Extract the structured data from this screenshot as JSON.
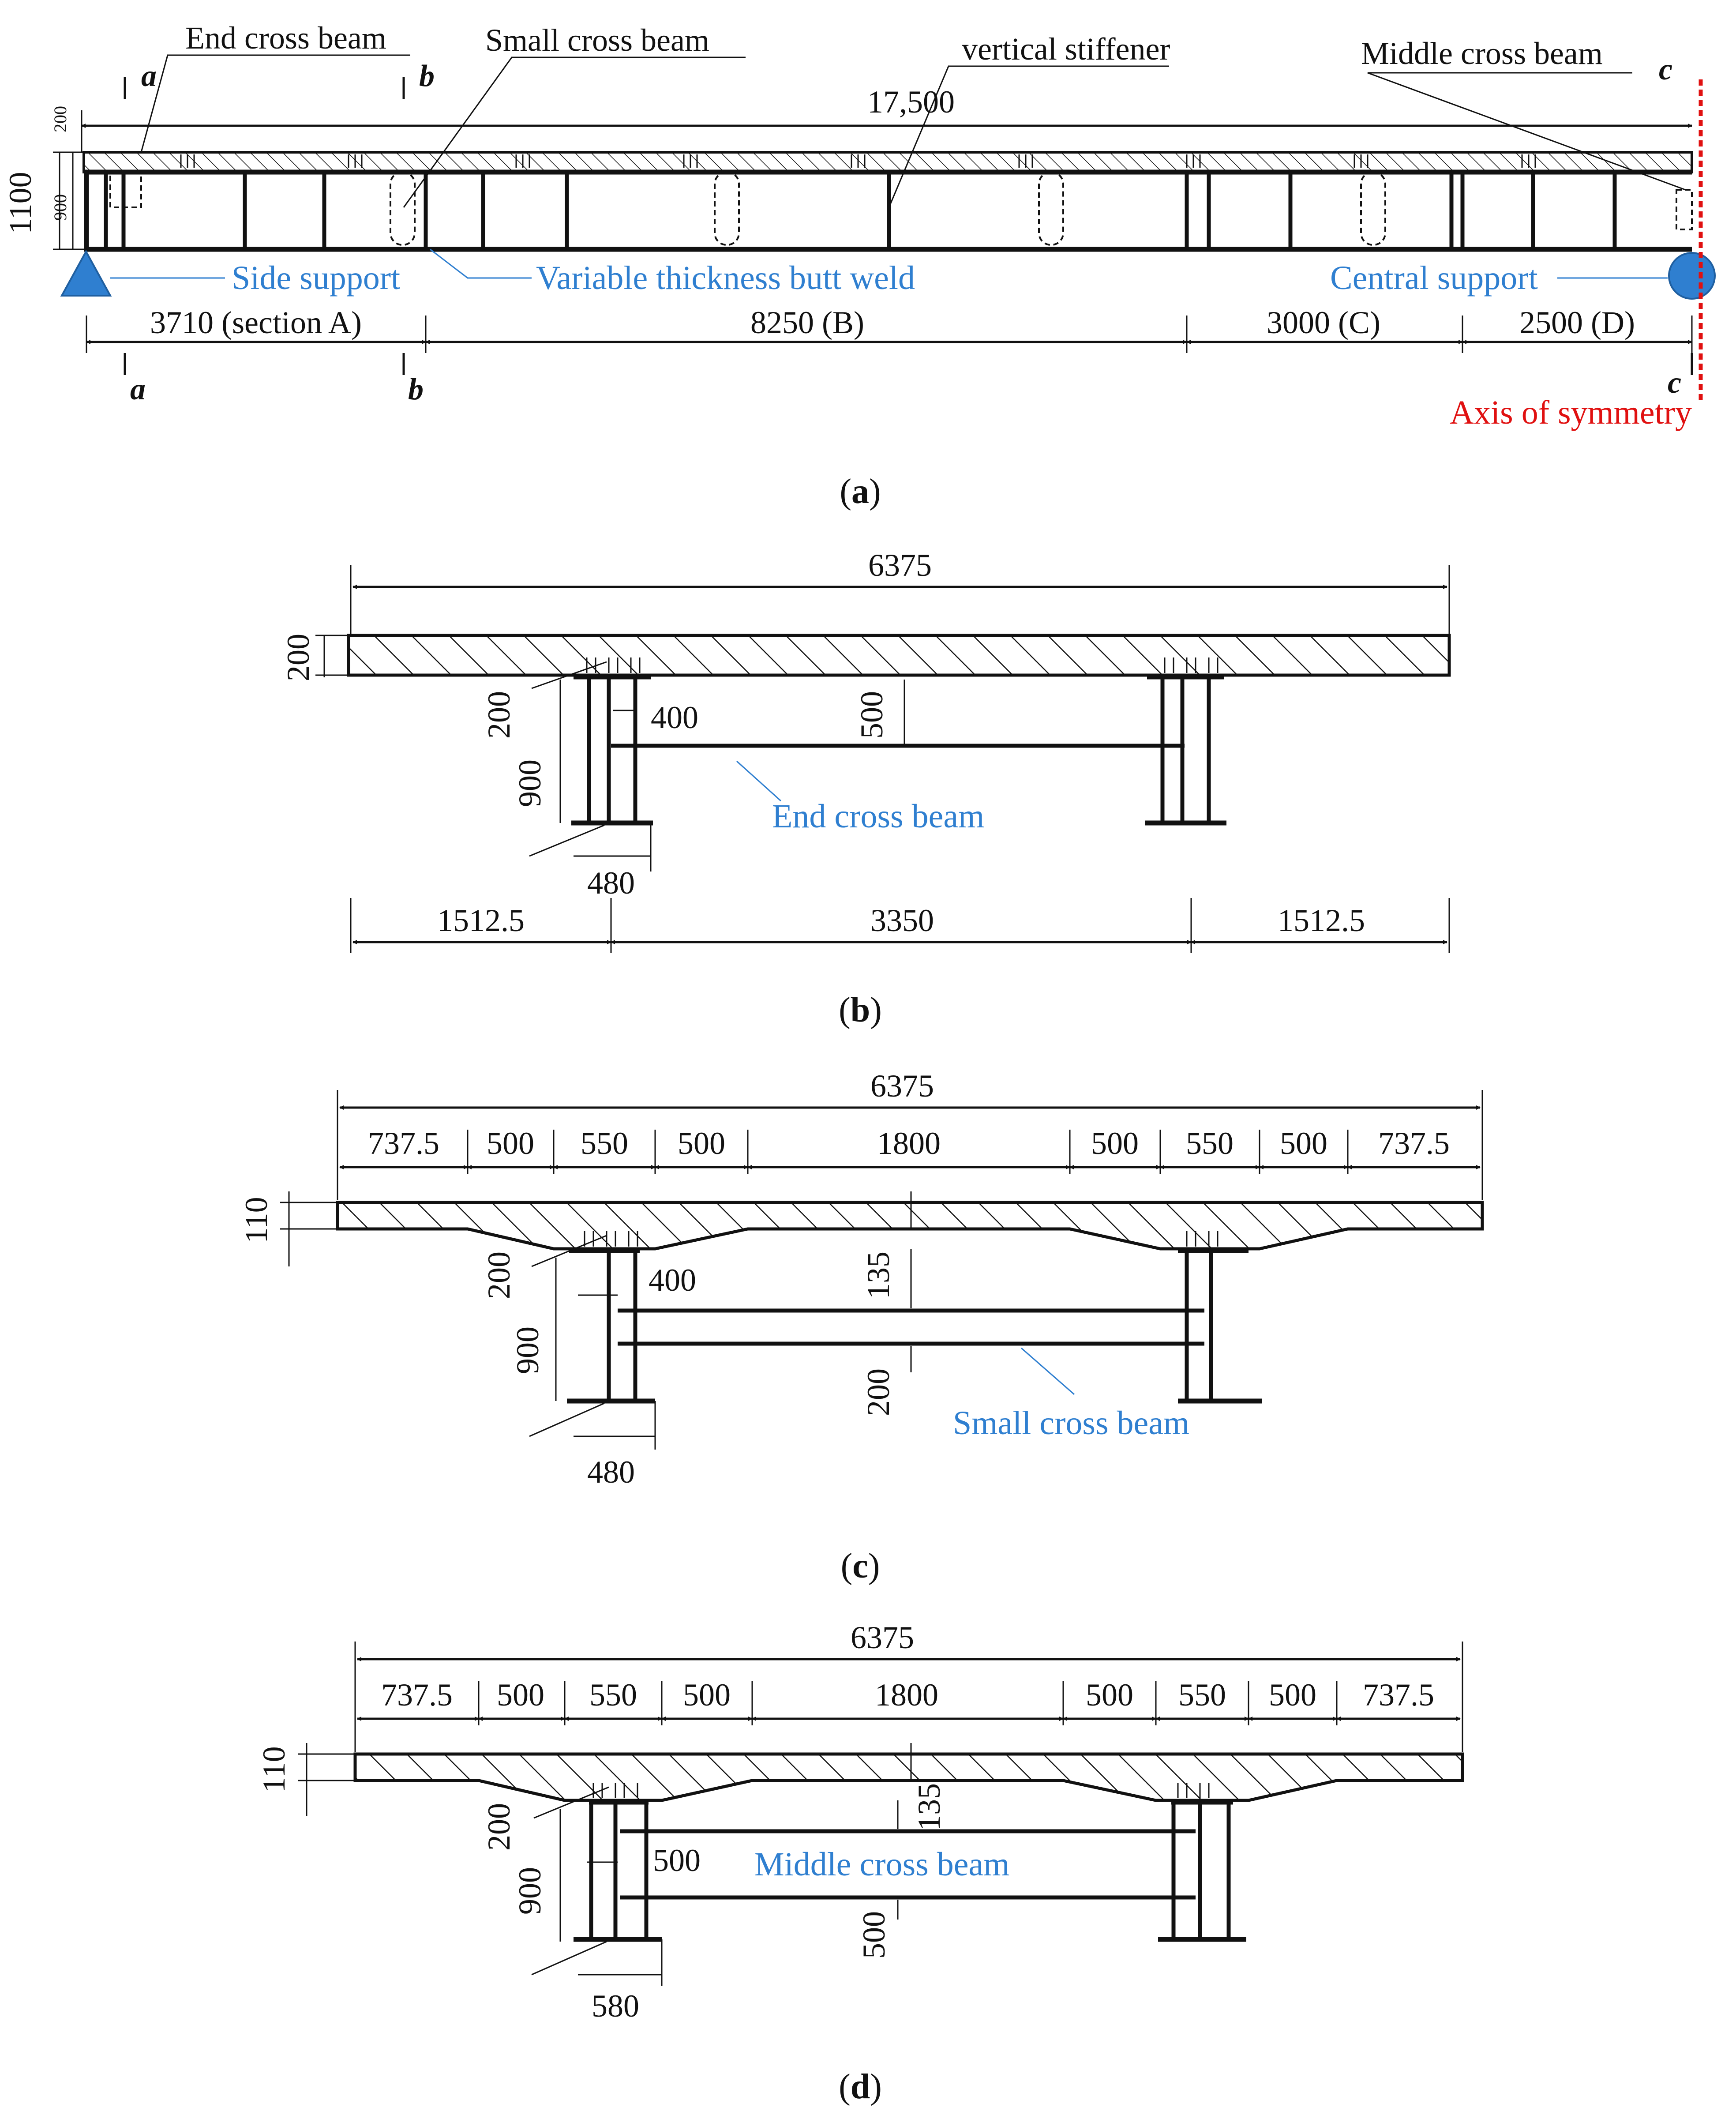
{
  "panel_a": {
    "labels": {
      "end_cross_beam": "End cross beam",
      "small_cross_beam": "Small cross beam",
      "vertical_stiffener": "vertical stiffener",
      "middle_cross_beam": "Middle cross beam",
      "side_support": "Side support",
      "butt_weld": "Variable thickness butt weld",
      "central_support": "Central support",
      "axis_symmetry": "Axis of symmetry"
    },
    "dims": {
      "total": "17,500",
      "slab": "200",
      "overall_height": "1100",
      "girder": "900",
      "seg_a": "3710 (section A)",
      "seg_b": "8250 (B)",
      "seg_c": "3000 (C)",
      "seg_d": "2500 (D)"
    },
    "cuts": {
      "a": "a",
      "b": "b",
      "c": "c"
    },
    "caption": "a"
  },
  "panel_b": {
    "dims": {
      "width": "6375",
      "slab": "200",
      "haunch": "200",
      "girder": "900",
      "beam_offset": "400",
      "top_gap": "500",
      "flange": "480",
      "left": "1512.5",
      "mid": "3350",
      "right": "1512.5"
    },
    "label": "End cross beam",
    "caption": "b"
  },
  "panel_c": {
    "segments": [
      "737.5",
      "500",
      "550",
      "500",
      "1800",
      "500",
      "550",
      "500",
      "737.5"
    ],
    "dims": {
      "width": "6375",
      "slab": "110",
      "haunch": "200",
      "girder": "900",
      "beam_offset": "400",
      "top_gap": "135",
      "bottom_gap": "200",
      "flange": "480"
    },
    "label": "Small cross beam",
    "caption": "c"
  },
  "panel_d": {
    "segments": [
      "737.5",
      "500",
      "550",
      "500",
      "1800",
      "500",
      "550",
      "500",
      "737.5"
    ],
    "dims": {
      "width": "6375",
      "slab": "110",
      "haunch": "200",
      "girder": "900",
      "beam_offset": "500",
      "top_gap": "135",
      "bottom_gap": "500",
      "flange": "580"
    },
    "label": "Middle cross beam",
    "caption": "d"
  }
}
